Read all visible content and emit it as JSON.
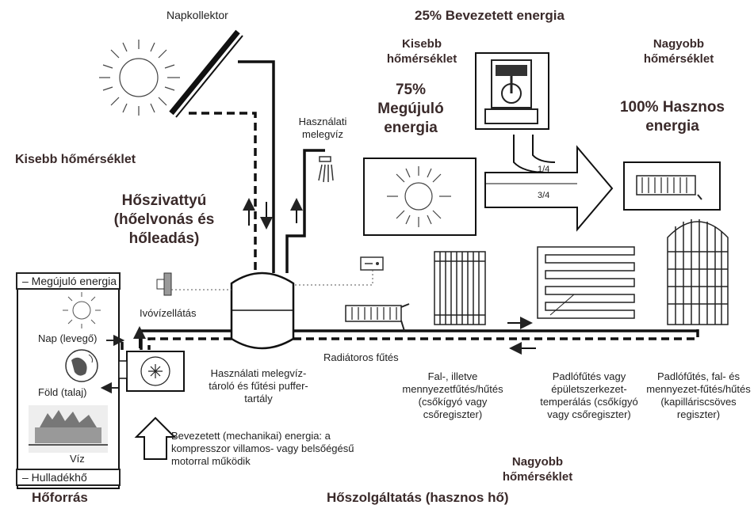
{
  "labels": {
    "solar_collector": "Napkollektor",
    "energy_in_25": "25% Bevezetett energia",
    "lower_temp_top": "Kisebb hőmérséklet",
    "higher_temp_top": "Nagyobb hőmérséklet",
    "renewable_75": "75% Megújuló energia",
    "useful_100": "100% Hasznos energia",
    "hot_water_use": "Használati melegvíz",
    "lower_temp_left": "Kisebb hőmérséklet",
    "heat_pump": "Hőszivattyú (hőelvonás és hőleadás)",
    "fraction_quarter": "1/4",
    "fraction_three_quarter": "3/4",
    "renewable_box": "– Megújuló energia",
    "waste_heat_box": "– Hulladékhő",
    "sun_air": "Nap (levegő)",
    "ground": "Föld (talaj)",
    "water": "Víz",
    "water_supply": "Ivóvízellátás",
    "radiator_heating": "Radiátoros fűtés",
    "storage_tank": "Használati melegvíz-tároló és fűtési puffer-tartály",
    "mechanical_energy": "Bevezetett (mechanikai) energia: a kompresszor villamos- vagy belsőégésű motorral működik",
    "wall_ceiling": "Fal-, illetve mennyezetfűtés/hűtés (csőkígyó vagy csőregiszter)",
    "floor_heating": "Padlófűtés vagy épületszerkezet-temperálás (csőkígyó vagy csőregiszter)",
    "floor_wall_capillary": "Padlófűtés, fal- és mennyezet-fűtés/hűtés (kapilláriscsöves regiszter)",
    "higher_temp_bottom": "Nagyobb hőmérséklet",
    "heat_source": "Hőforrás",
    "heat_service": "Hőszolgáltatás (hasznos hő)"
  },
  "icons": [
    "sun-icon",
    "solar-panel-icon",
    "shower-icon",
    "engine-icon",
    "globe-icon",
    "fan-icon",
    "radiator-icon",
    "thermostat-icon",
    "pipe-coil-icon",
    "capillary-mat-icon",
    "tank-icon",
    "arrow-icon"
  ],
  "colors": {
    "text": "#222222",
    "heading": "#3a2a2a",
    "background": "#ffffff"
  }
}
